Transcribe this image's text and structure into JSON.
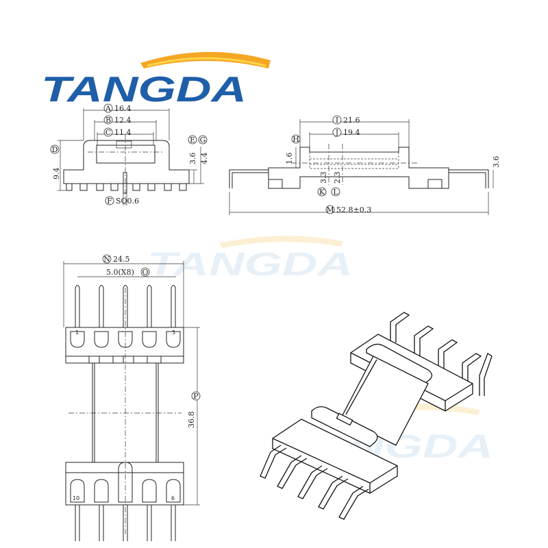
{
  "brand": {
    "name": "TangDa",
    "logo_text": "TANGDA",
    "colors": {
      "blue": "#1f5ea8",
      "orange": "#f5a623",
      "yellow": "#ffd54a",
      "watermark": "#d6e4f2"
    }
  },
  "dims": {
    "A": "16.4",
    "B": "12.4",
    "C": "11.4",
    "D": "9.4",
    "E": "3.6",
    "G": "4.4",
    "F": "SQ0.6",
    "H": "1.6",
    "I": "21.6",
    "J": "19.4",
    "K": "3.3",
    "L": "2.3",
    "M": "52.8±0.3",
    "right_h": "3.6",
    "N": "24.5",
    "O": "5.0(X8)",
    "P": "36.8"
  },
  "dim_letters": {
    "A": "A",
    "B": "B",
    "C": "C",
    "D": "D",
    "E": "E",
    "F": "F",
    "G": "G",
    "H": "H",
    "I": "I",
    "J": "J",
    "K": "K",
    "L": "L",
    "M": "M",
    "N": "N",
    "O": "O",
    "P": "P"
  },
  "pins": {
    "top_left": "1",
    "top_right": "5",
    "bottom_left": "10",
    "bottom_right": "6"
  }
}
